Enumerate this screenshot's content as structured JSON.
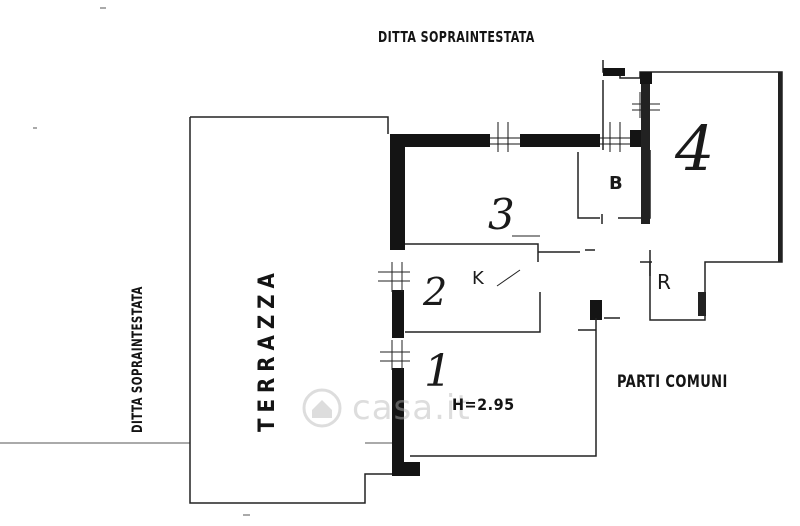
{
  "labels": {
    "top_neighbor": "DITTA SOPRAINTESTATA",
    "left_neighbor": "DITTA SOPRAINTESTATA",
    "terrace": "TERRAZZA",
    "common_parts": "PARTI COMUNI",
    "ceiling_height": "H=2.95"
  },
  "rooms": {
    "room_1": "1",
    "room_2": "2",
    "room_2_suffix": "K",
    "room_3": "3",
    "room_4": "4",
    "room_b": "B",
    "room_r": "R"
  },
  "watermark": {
    "text": "casa.it"
  },
  "colors": {
    "wall": "#141414",
    "line": "#1e1e1e",
    "background": "#ffffff",
    "watermark": "#b4b4b4"
  }
}
